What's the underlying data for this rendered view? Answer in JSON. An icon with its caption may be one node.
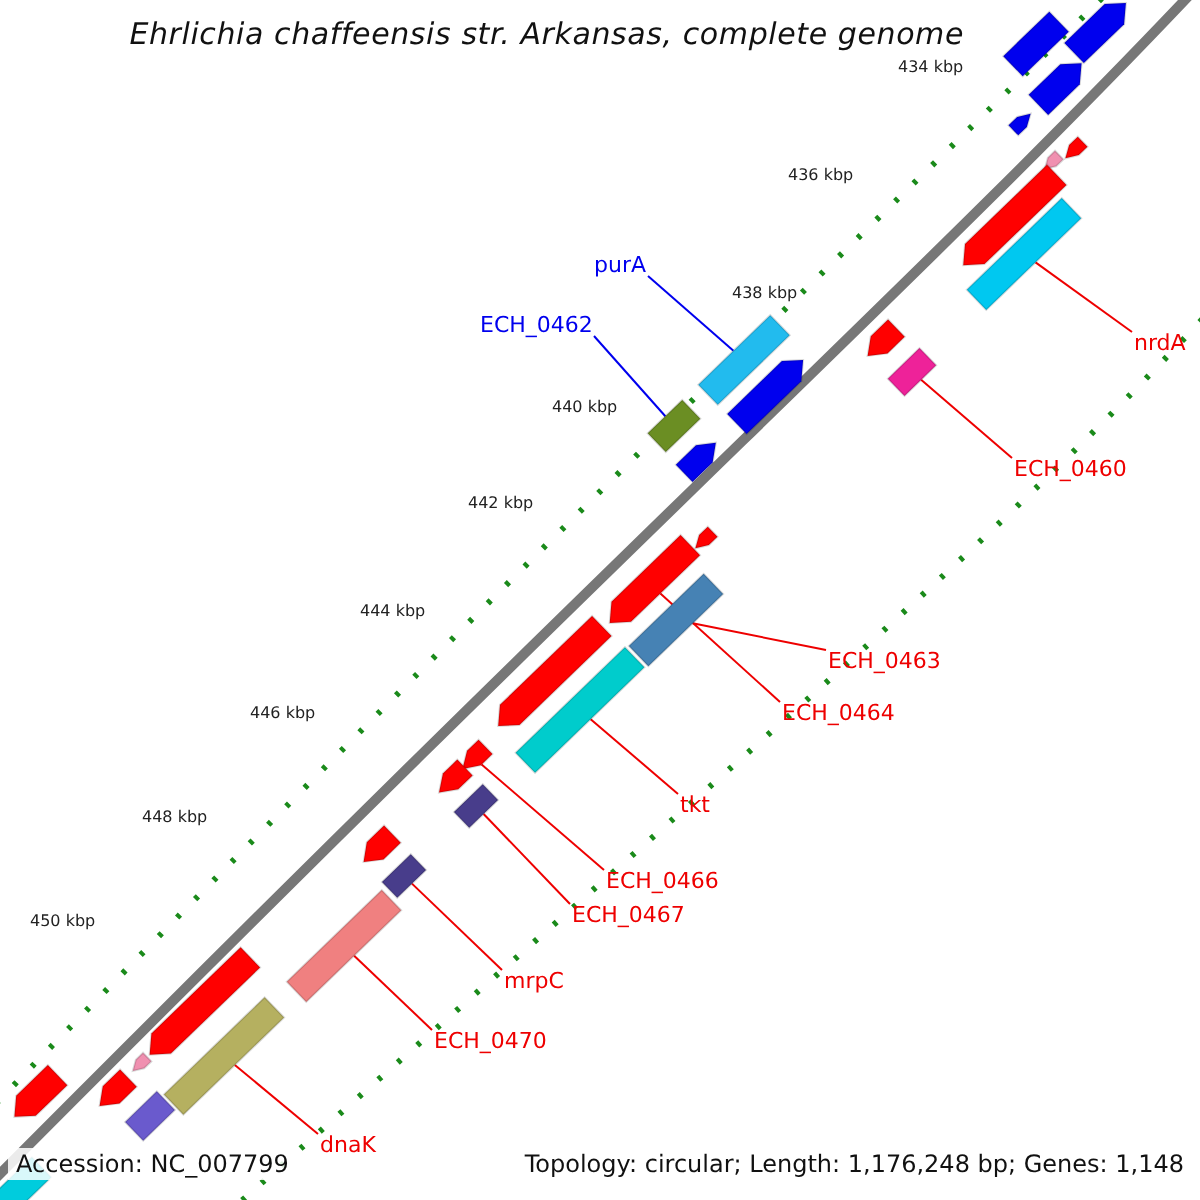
{
  "diagram": {
    "title": "Ehrlichia chaffeensis str. Arkansas, complete genome",
    "nodes": [
      {
        "text": [
          "purA"
        ]
      },
      {
        "text": [],
        "shape": "bar"
      },
      {
        "text": [
          "nrdA"
        ]
      },
      {
        "text": [],
        "shape": "bar"
      },
      {
        "text": [
          "ECH_0462"
        ]
      },
      {
        "text": [],
        "shape": "bar"
      },
      {
        "text": [
          "ECH_0460"
        ]
      },
      {
        "text": [],
        "shape": "bar"
      },
      {
        "text": [
          "ECH_0463"
        ]
      },
      {
        "text": [],
        "shape": "bar"
      },
      {
        "text": [
          "ECH_0464"
        ]
      },
      {
        "text": [],
        "shape": "bar"
      },
      {
        "text": [
          "tkt"
        ]
      },
      {
        "text": [],
        "shape": "bar"
      },
      {
        "text": [
          "ECH_0466"
        ]
      },
      {
        "text": [],
        "shape": "bar"
      },
      {
        "text": [
          "ECH_0467"
        ]
      },
      {
        "text": [],
        "shape": "bar"
      },
      {
        "text": [
          "mrpC"
        ]
      },
      {
        "text": [],
        "shape": "bar"
      },
      {
        "text": [
          "ECH_0470"
        ]
      },
      {
        "text": [],
        "shape": "bar"
      },
      {
        "text": [
          "dnaK"
        ]
      },
      {
        "text": [],
        "shape": "bar"
      },
      {
        "text": [],
        "shape": "bar"
      },
      {
        "text": [],
        "shape": "bar"
      },
      {
        "text": [],
        "shape": "bar"
      },
      {
        "text": [],
        "shape": "bar"
      },
      {
        "text": [],
        "shape": "bar"
      },
      {
        "text": [],
        "shape": "bar"
      },
      {
        "text": [],
        "shape": "bar"
      },
      {
        "text": [],
        "shape": "bar"
      },
      {
        "text": [],
        "shape": "bar"
      },
      {
        "text": [],
        "shape": "bar"
      },
      {
        "text": [],
        "shape": "bar"
      },
      {
        "text": [],
        "shape": "bar"
      },
      {
        "text": [],
        "shape": "bar"
      },
      {
        "text": [],
        "shape": "bar"
      },
      {
        "text": [],
        "shape": "bar"
      },
      {
        "text": [],
        "shape": "bar"
      },
      {
        "text": [],
        "shape": "bar"
      },
      {
        "text": [],
        "shape": "bar"
      },
      {
        "text": [],
        "shape": "bar"
      },
      {
        "text": [],
        "shape": "bar"
      }
    ],
    "edges": [
      {
        "from": 0,
        "to": 1,
        "arrow": "none",
        "color": "#0000ee"
      },
      {
        "from": 2,
        "to": 3,
        "arrow": "none"
      },
      {
        "from": 4,
        "to": 5,
        "arrow": "none",
        "color": "#0000ee"
      },
      {
        "from": 6,
        "to": 7,
        "arrow": "none"
      },
      {
        "from": 8,
        "to": 9,
        "arrow": "none"
      },
      {
        "from": 10,
        "to": 11,
        "arrow": "none"
      },
      {
        "from": 12,
        "to": 13,
        "arrow": "none"
      },
      {
        "from": 14,
        "to": 15,
        "arrow": "none"
      },
      {
        "from": 16,
        "to": 17,
        "arrow": "none"
      },
      {
        "from": 18,
        "to": 19,
        "arrow": "none"
      },
      {
        "from": 20,
        "to": 21,
        "arrow": "none"
      },
      {
        "from": 22,
        "to": 23,
        "arrow": "none"
      }
    ],
    "labels": [
      "434 kbp",
      "436 kbp",
      "438 kbp",
      "440 kbp",
      "442 kbp",
      "444 kbp",
      "446 kbp",
      "448 kbp",
      "450 kbp",
      "Accession: NC_007799",
      "Topology: circular; Length: 1,176,248 bp; Genes: 1,148"
    ]
  }
}
